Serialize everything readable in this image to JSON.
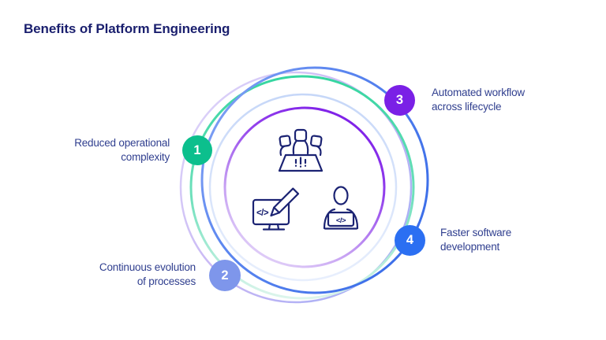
{
  "title": "Benefits of Platform Engineering",
  "benefits": [
    {
      "number": "1",
      "label": "Reduced operational\ncomplexity",
      "badge_color": "#0CBF8D"
    },
    {
      "number": "2",
      "label": "Continuous evolution\nof processes",
      "badge_color": "#7E96EB"
    },
    {
      "number": "3",
      "label": "Automated workflow\nacross lifecycle",
      "badge_color": "#7A20E6"
    },
    {
      "number": "4",
      "label": "Faster software\ndevelopment",
      "badge_color": "#2B6FF2"
    }
  ],
  "center_icons": [
    {
      "name": "team-meeting-icon"
    },
    {
      "name": "code-editing-icon",
      "glyph": "</>"
    },
    {
      "name": "developer-laptop-icon",
      "glyph": "</>"
    }
  ],
  "colors": {
    "title_text": "#1A1F6E",
    "label_text": "#303F8F",
    "icon_stroke": "#1B2373",
    "ring_blue": "#4C7CEC",
    "ring_teal": "#3BD8A4",
    "ring_lavender": "#C2B0F3",
    "ring_lightblue": "#CBDAF8",
    "ring_purple": "#7E1FE8"
  }
}
